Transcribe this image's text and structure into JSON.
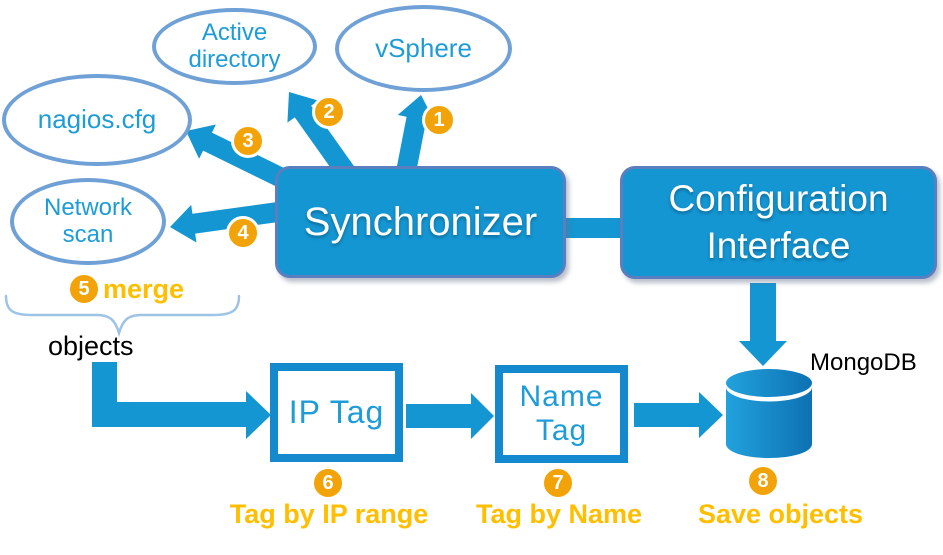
{
  "colors": {
    "azure": "#1496D3",
    "azure_text": "#1E9CD8",
    "ellipse_border": "#6FA0D6",
    "box_border": "#5B7EBE",
    "tag_border": "#1489CE",
    "gold_circle": "#F2A30A",
    "gold_text": "#FFBF00"
  },
  "nodes": {
    "active_directory": {
      "label": "Active\ndirectory"
    },
    "vsphere": {
      "label": "vSphere"
    },
    "nagios": {
      "label": "nagios.cfg"
    },
    "network_scan": {
      "label": "Network\nscan"
    },
    "synchronizer": {
      "label": "Synchronizer"
    },
    "config_interface": {
      "label": "Configuration\nInterface"
    },
    "ip_tag": {
      "label": "IP Tag"
    },
    "name_tag": {
      "label": "Name\nTag"
    },
    "mongodb": {
      "label": "MongoDB"
    }
  },
  "steps": [
    "1",
    "2",
    "3",
    "4",
    "5",
    "6",
    "7",
    "8"
  ],
  "labels": {
    "merge": "merge",
    "objects": "objects",
    "tag_by_ip": "Tag by IP range",
    "tag_by_name": "Tag by Name",
    "save_objects": "Save objects"
  }
}
